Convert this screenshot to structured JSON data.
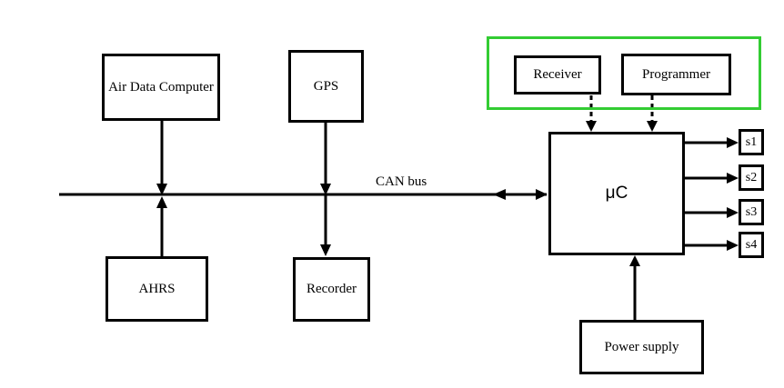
{
  "diagram": {
    "bus_label": "CAN bus",
    "nodes": {
      "air_data_computer": {
        "label": "Air Data Computer"
      },
      "gps": {
        "label": "GPS"
      },
      "ahrs": {
        "label": "AHRS"
      },
      "recorder": {
        "label": "Recorder"
      },
      "receiver": {
        "label": "Receiver"
      },
      "programmer": {
        "label": "Programmer"
      },
      "mcu": {
        "label": "μC"
      },
      "power_supply": {
        "label": "Power supply"
      },
      "s1": {
        "label": "s1"
      },
      "s2": {
        "label": "s2"
      },
      "s3": {
        "label": "s3"
      },
      "s4": {
        "label": "s4"
      }
    },
    "colors": {
      "line": "#000000",
      "box_border": "#000000",
      "highlight_frame": "#33cc33",
      "background": "#ffffff"
    }
  }
}
